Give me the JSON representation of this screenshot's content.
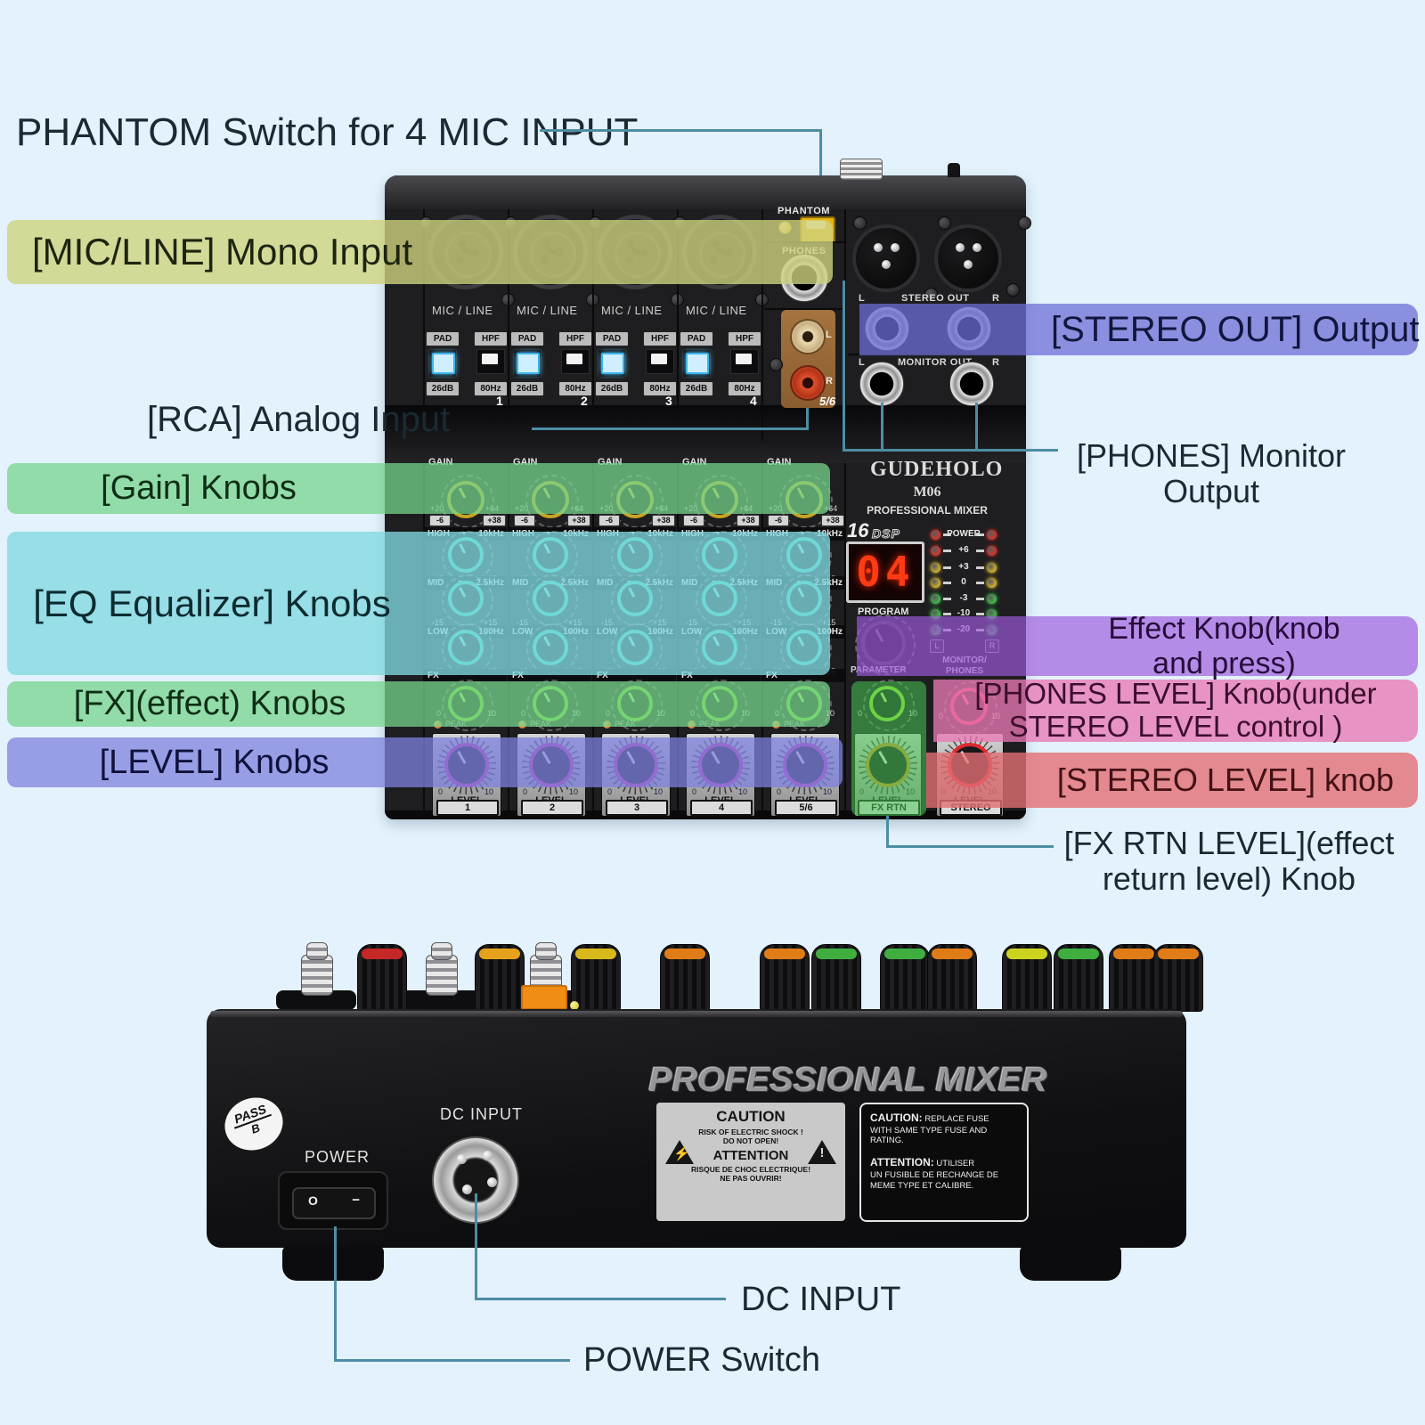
{
  "callouts": {
    "title": "PHANTOM Switch for 4 MIC INPUT",
    "mic_line": "[MIC/LINE] Mono Input",
    "rca": "[RCA] Analog Input",
    "gain": "[Gain] Knobs",
    "eq": "[EQ Equalizer] Knobs",
    "fx": "[FX](effect) Knobs",
    "level": "[LEVEL] Knobs",
    "stereo_out": "[STEREO OUT] Output",
    "phones_monitor_1": "[PHONES] Monitor",
    "phones_monitor_2": "Output",
    "effect_1": "Effect Knob(knob",
    "effect_2": "and press)",
    "phones_level_1": "[PHONES LEVEL] Knob(under",
    "phones_level_2": "STEREO LEVEL control )",
    "stereo_level": "[STEREO LEVEL] knob",
    "fx_rtn_1": "[FX RTN LEVEL](effect",
    "fx_rtn_2": "return level) Knob",
    "dc_input": "DC INPUT",
    "power_switch": "POWER Switch"
  },
  "top_panel": {
    "phantom": "PHANTOM",
    "phones": "PHONES",
    "mic_line": "MIC / LINE",
    "pad": "PAD",
    "hpf": "HPF",
    "pad_db": "26dB",
    "hpf_hz": "80Hz",
    "channel_numbers": [
      "1",
      "2",
      "3",
      "4"
    ],
    "rca_l": "L",
    "rca_r": "R",
    "rca_ch": "5/6",
    "out_l": "L",
    "out_r": "R",
    "stereo_out": "STEREO OUT",
    "monitor_out": "MONITOR OUT"
  },
  "channel_strip": {
    "gain": "GAIN",
    "gain_min": "+20",
    "gain_max": "+64",
    "gain_min2": "-6",
    "gain_max2": "+38",
    "eq_rows": [
      {
        "label": "HIGH",
        "freq": "10kHz"
      },
      {
        "label": "MID",
        "freq": "2.5kHz"
      },
      {
        "label": "LOW",
        "freq": "100Hz"
      }
    ],
    "eq_min": "-15",
    "eq_max": "+15",
    "fx": "FX",
    "knob_min": "0",
    "knob_max": "10",
    "peak": "PEAK",
    "level": "LEVEL",
    "level_boxes": [
      "1",
      "2",
      "3",
      "4",
      "5/6",
      "FX RTN",
      "STEREO"
    ]
  },
  "master": {
    "brand": "GUDEHOLO",
    "model": "M06",
    "type": "PROFESSIONAL MIXER",
    "dsp_num": "16",
    "dsp": "DSP",
    "display": "04",
    "program": "PROGRAM",
    "parameter": "PARAMETER",
    "monitor_1": "MONITOR/",
    "monitor_2": "PHONES",
    "meter_l": "L",
    "meter_r": "R"
  },
  "meter": {
    "rows": [
      {
        "label": "POWER",
        "color": "#ff2a1e"
      },
      {
        "label": "+6",
        "color": "#ff2a1e"
      },
      {
        "label": "+3",
        "color": "#ffd21e"
      },
      {
        "label": "0",
        "color": "#ffd21e"
      },
      {
        "label": "-3",
        "color": "#3bdc43"
      },
      {
        "label": "-10",
        "color": "#3bdc43"
      },
      {
        "label": "-20",
        "color": "#3bdc43"
      }
    ]
  },
  "rear_panel": {
    "brand": "PROFESSIONAL MIXER",
    "pass": "PASS",
    "pass_b": "B",
    "power": "POWER",
    "dc_input": "DC INPUT",
    "switch_o": "O",
    "switch_i": "−",
    "caution": {
      "title": "CAUTION",
      "line1": "RISK OF ELECTRIC SHOCK !",
      "line2": "DO NOT OPEN!",
      "title2": "ATTENTION",
      "line3": "RISQUE DE CHOC ELECTRIQUE!",
      "line4": "NE PAS OUVRIR!"
    },
    "fuse": {
      "c_bold": "CAUTION:",
      "c_rest": "REPLACE FUSE",
      "c_line2": "WITH SAME TYPE FUSE AND RATING.",
      "a_bold": "ATTENTION:",
      "a_rest": "UTILISER",
      "a_line2": "UN FUSIBLE DE RECHANGE DE",
      "a_line3": "MEME TYPE ET CALIBRE."
    }
  },
  "layout_colors": {
    "band_olive": "rgba(206,210,125,0.8)",
    "band_green": "rgba(118,212,140,0.75)",
    "band_cyan": "rgba(130,216,224,0.78)",
    "band_periwinkle": "rgba(125,130,222,0.75)",
    "band_blue": "rgba(108,110,215,0.75)",
    "band_purple": "rgba(158,90,220,0.68)",
    "band_pink": "rgba(232,120,180,0.78)",
    "band_red": "rgba(226,110,115,0.8)",
    "band_fxrtn": "rgba(72,200,85,0.55)",
    "line": "#4d8da4"
  }
}
